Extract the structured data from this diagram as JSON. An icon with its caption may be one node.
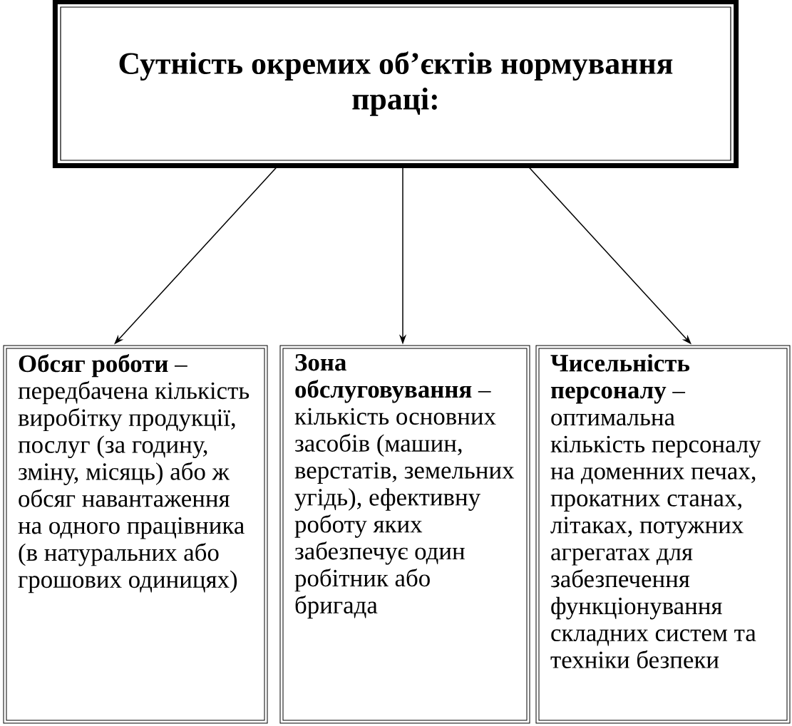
{
  "diagram": {
    "nodes": [
      {
        "text": [
          "Сутність окремих об’єктів нормування праці:"
        ]
      },
      {
        "text": [
          "**Обсяг роботи** – передбачена кількість виробітку продукції, послуг (за годину, зміну, місяць) або ж обсяг навантаження на одного працівника (в натуральних або грошових одиницях)"
        ]
      },
      {
        "text": [
          "**Зона обслуговування** – кількість основних засобів (машин, верстатів, земельних угідь), ефективну роботу яких забезпечує один робітник або бригада"
        ]
      },
      {
        "text": [
          "**Чисельність персоналу** – оптимальна кількість персоналу на доменних печах, прокатних станах, літаках, потужних агрегатах для забезпечення функціонування складних систем та техніки безпеки"
        ]
      }
    ],
    "edges": [
      {
        "from": 0,
        "to": 1,
        "arrow": "to"
      },
      {
        "from": 0,
        "to": 2,
        "arrow": "to"
      },
      {
        "from": 0,
        "to": 3,
        "arrow": "to"
      }
    ]
  }
}
